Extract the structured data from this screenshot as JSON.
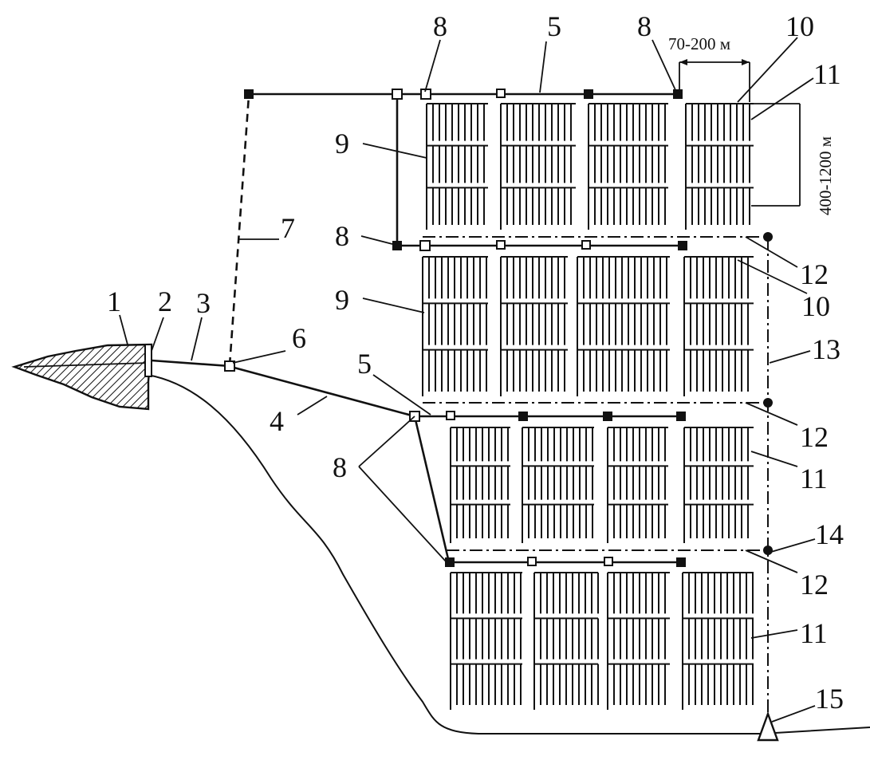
{
  "labels": {
    "l1": "1",
    "l2": "2",
    "l3": "3",
    "l4": "4",
    "l5a": "5",
    "l5b": "5",
    "l6": "6",
    "l7": "7",
    "l8a": "8",
    "l8b": "8",
    "l8c": "8",
    "l8d": "8",
    "l9a": "9",
    "l9b": "9",
    "l10a": "10",
    "l10b": "10",
    "l11a": "11",
    "l11b": "11",
    "l11c": "11",
    "l12a": "12",
    "l12b": "12",
    "l12c": "12",
    "l13": "13",
    "l14": "14",
    "l15": "15"
  },
  "dimensions": {
    "width": "70-200 м",
    "length": "400-1200 м"
  },
  "colors": {
    "ink": "#111111",
    "background": "#ffffff"
  }
}
